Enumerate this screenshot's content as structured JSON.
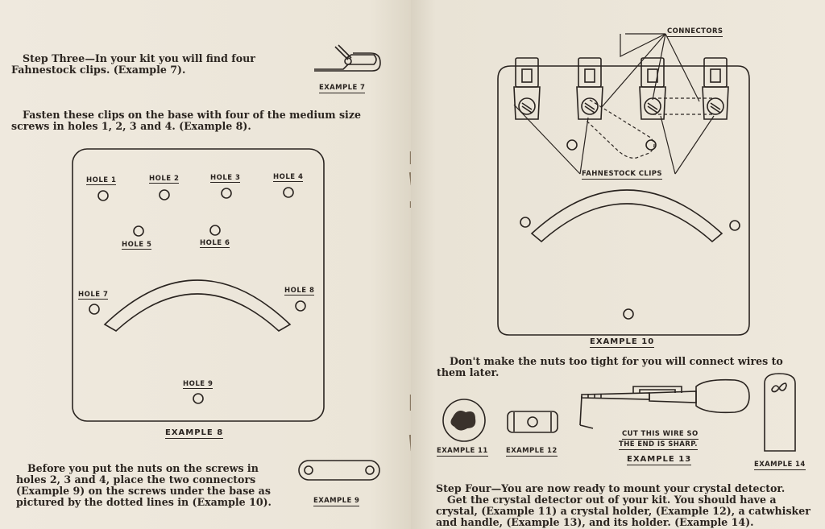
{
  "left_page": {
    "step_three_heading": "Step Three",
    "step_three_text": "—In your kit you will find four Fahnestock clips. (Example 7).",
    "fasten_text": "Fasten these clips on the base with four of the medium size screws in holes 1, 2, 3 and 4. (Example 8).",
    "example7_caption": "EXAMPLE 7",
    "holes": [
      "HOLE 1",
      "HOLE 2",
      "HOLE 3",
      "HOLE 4",
      "HOLE 5",
      "HOLE 6",
      "HOLE 7",
      "HOLE 8",
      "HOLE 9"
    ],
    "example8_caption": "EXAMPLE 8",
    "nuts_text_1": "Before you put the nuts on the screws in holes 2, 3 and 4, place the two connectors (Example 9) on the screws ",
    "nuts_text_under": "under",
    "nuts_text_2": " the base as pictured by the dotted lines in (Example 10).",
    "example9_caption": "EXAMPLE 9"
  },
  "right_page": {
    "connectors_label": "CONNECTORS",
    "fahnestock_label": "FAHNESTOCK CLIPS",
    "example10_caption": "EXAMPLE 10",
    "nuts_tight_text": "Don't make the nuts too tight for you will connect wires to them later.",
    "example11_caption": "EXAMPLE 11",
    "example12_caption": "EXAMPLE 12",
    "cut_wire_line1": "CUT THIS WIRE SO",
    "cut_wire_line2": "THE END IS SHARP.",
    "example13_caption": "EXAMPLE 13",
    "example14_caption": "EXAMPLE 14",
    "step_four_heading": "Step Four",
    "step_four_text": "—You are now ready to mount your crystal detector.",
    "crystal_text": "Get the crystal detector out of your kit. You should have a crystal, (Example 11) a crystal holder, (Example 12), a catwhisker and handle, (Example 13), and its holder. (Example 14)."
  }
}
